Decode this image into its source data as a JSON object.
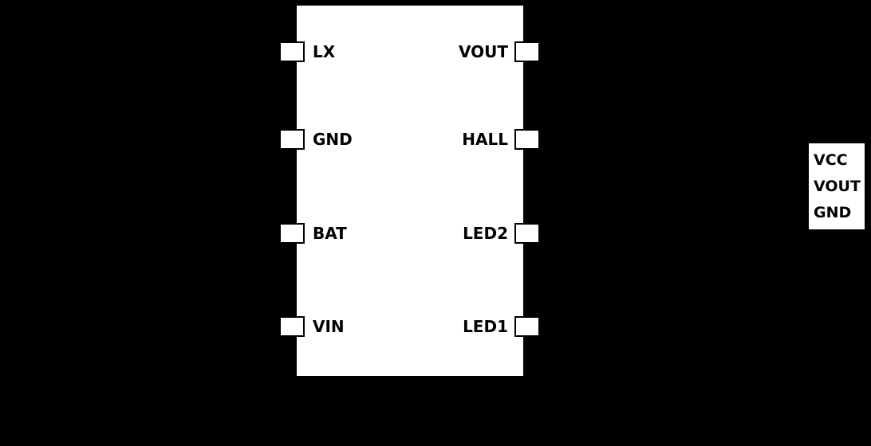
{
  "diagram": {
    "component": {
      "left_pins": [
        {
          "label": "LX"
        },
        {
          "label": "GND"
        },
        {
          "label": "BAT"
        },
        {
          "label": "VIN"
        }
      ],
      "right_pins": [
        {
          "label": "VOUT"
        },
        {
          "label": "HALL"
        },
        {
          "label": "LED2"
        },
        {
          "label": "LED1"
        }
      ]
    },
    "connector": {
      "pins": [
        {
          "label": "VCC"
        },
        {
          "label": "VOUT"
        },
        {
          "label": "GND"
        }
      ]
    },
    "colors": {
      "background": "#000000",
      "body_fill": "#ffffff",
      "outline": "#000000",
      "label_text": "#000000"
    }
  }
}
